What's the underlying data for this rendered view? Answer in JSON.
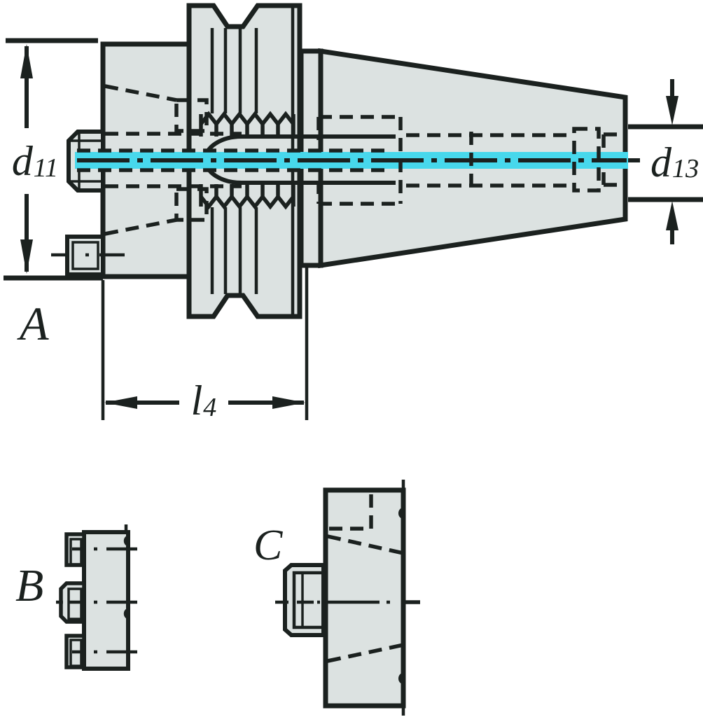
{
  "colors": {
    "line": "#1b211f",
    "fill": "#dce2e1",
    "highlight": "#47d8ec",
    "label_bg": "#ffffff",
    "background": "#ffffff"
  },
  "views": {
    "main": {
      "label": "A",
      "dimensions": {
        "left": {
          "base": "d",
          "sub": "11"
        },
        "right": {
          "base": "d",
          "sub": "13"
        },
        "length": {
          "base": "l",
          "sub": "4"
        }
      }
    },
    "detail_b": {
      "label": "B"
    },
    "detail_c": {
      "label": "C"
    }
  }
}
